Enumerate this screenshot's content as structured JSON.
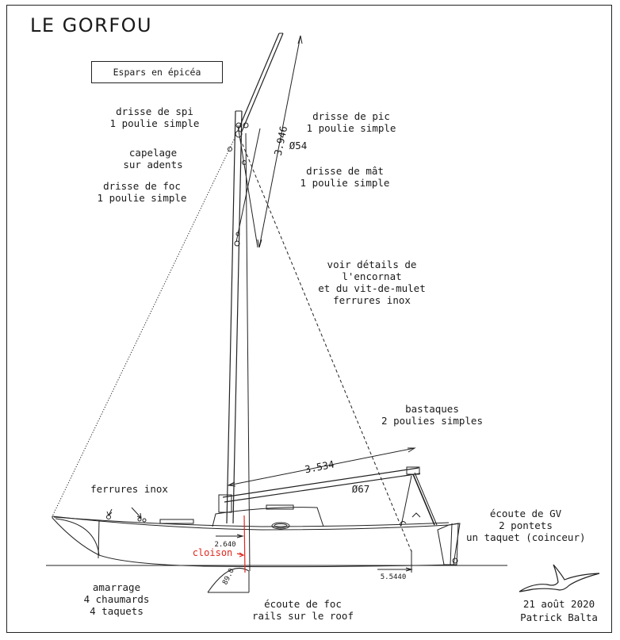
{
  "title": "LE GORFOU",
  "box_label": "Espars en épicéa",
  "labels": {
    "drisse_spi": "drisse de spi\n1 poulie simple",
    "capelage": "capelage\nsur adents",
    "drisse_foc": "drisse de foc\n1 poulie simple",
    "drisse_pic": "drisse de pic\n1 poulie simple",
    "diam_mat": "Ø54",
    "drisse_mat": "drisse de mât\n1 poulie simple",
    "voir_details": "voir détails de\nl'encornat\net du vit-de-mulet\nferrures inox",
    "bastaques": "bastaques\n2 poulies simples",
    "diam_bome": "Ø67",
    "ferrures": "ferrures inox",
    "ecoute_gv": "écoute de GV\n2 pontets\nun taquet (coinceur)",
    "amarrage": "amarrage\n4 chaumards\n4 taquets",
    "ecoute_foc": "écoute de foc\nrails sur le roof",
    "cloison": "cloison",
    "date": "21 août 2020",
    "author": "Patrick Balta"
  },
  "dims": {
    "gaff_length": "3.946",
    "boom_length": "3.534",
    "dim_2640": "2.640",
    "dim_5544": "5.5440",
    "angle": "89.0"
  }
}
